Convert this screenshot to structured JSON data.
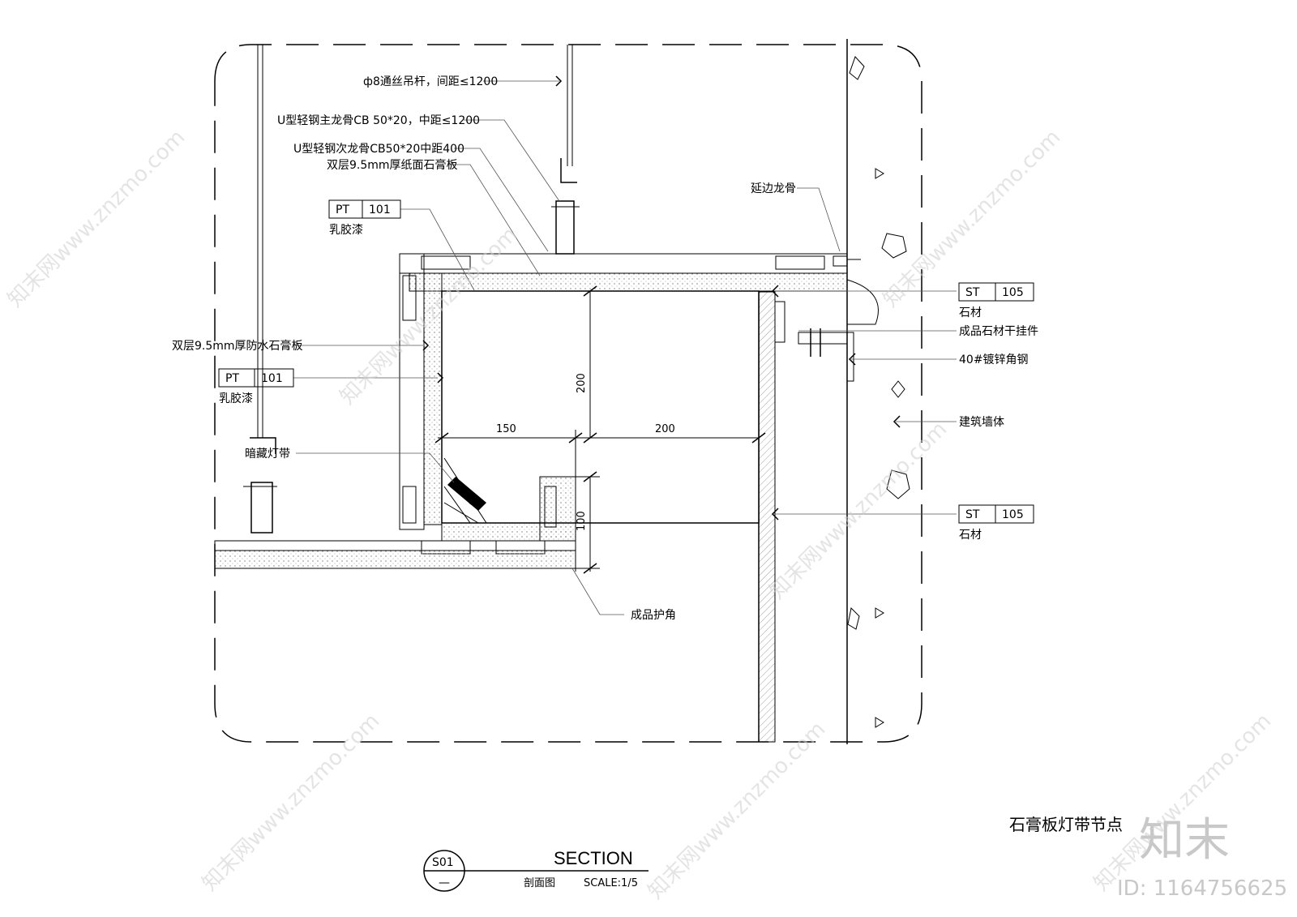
{
  "labels": {
    "rod": "ф8通丝吊杆，间距≤1200",
    "main_keel": "U型轻钢主龙骨CB 50*20，中距≤1200",
    "sub_keel": "U型轻钢次龙骨CB50*20中距400",
    "gypsum_top": "双层9.5mm厚纸面石膏板",
    "edge_keel": "延边龙骨",
    "waterproof_board": "双层9.5mm厚防水石膏板",
    "hidden_light": "暗藏灯带",
    "corner_guard": "成品护角",
    "dry_hanger": "成品石材干挂件",
    "angle_steel": "40#镀锌角钢",
    "building_wall": "建筑墙体"
  },
  "tags": [
    {
      "code": "PT",
      "num": "101",
      "desc": "乳胶漆"
    },
    {
      "code": "PT",
      "num": "101",
      "desc": "乳胶漆"
    },
    {
      "code": "ST",
      "num": "105",
      "desc": "石材"
    },
    {
      "code": "ST",
      "num": "105",
      "desc": "石材"
    }
  ],
  "dimensions": {
    "d150": "150",
    "d200h": "200",
    "d200v": "200",
    "d100": "100"
  },
  "title_block": {
    "section_id": "S01",
    "section_sub": "—",
    "section_title": "SECTION",
    "section_cn": "剖面图",
    "scale": "SCALE:1/5",
    "node_name": "石膏板灯带节点"
  },
  "watermark": {
    "brand": "知末",
    "site": "知末网www.znzmo.com",
    "id": "ID: 1164756625"
  }
}
